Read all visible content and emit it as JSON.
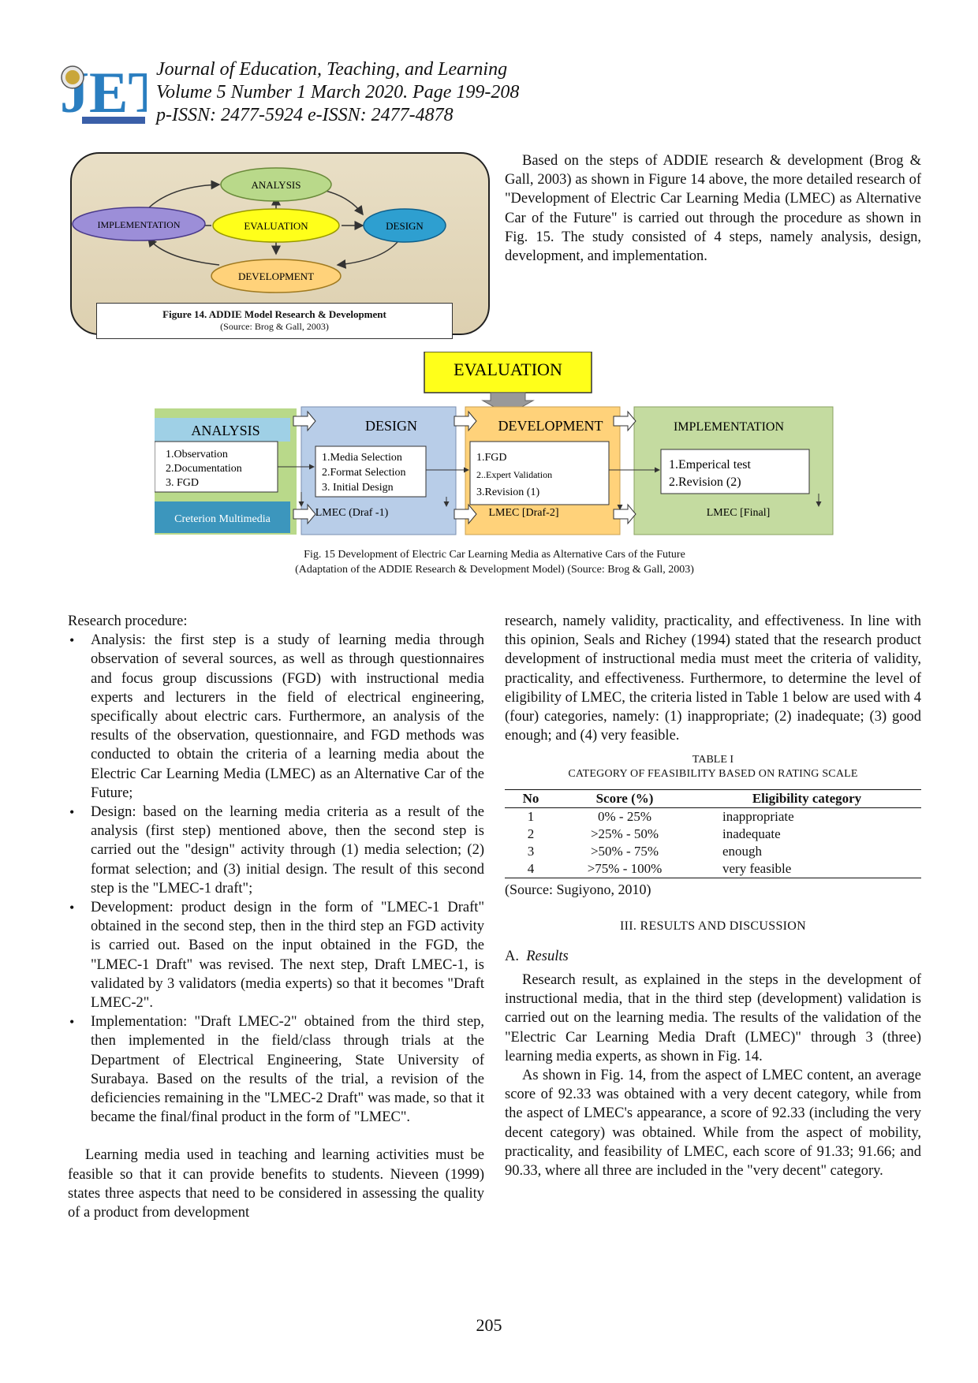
{
  "header": {
    "logo_text": "JETL",
    "journal_title": "Journal of Education, Teaching, and Learning",
    "volume": "Volume 5 Number 1 March 2020. Page 199-208",
    "issn": "p-ISSN: 2477-5924 e-ISSN: 2477-4878"
  },
  "figure14": {
    "analysis": "ANALYSIS",
    "implementation": "IMPLEMENTATION",
    "evaluation": "EVALUATION",
    "design": "DESIGN",
    "development": "DEVELOPMENT",
    "caption_title": "Figure 14. ADDIE Model Research & Development",
    "caption_source": "(Source: Brog & Gall, 2003)"
  },
  "top_paragraph": "Based on the steps of ADDIE research & development (Brog & Gall, 2003) as shown in Figure 14 above, the more detailed research of \"Development of Electric Car Learning Media (LMEC) as Alternative Car of the Future\" is carried out through the procedure as shown in Fig. 15. The study consisted of 4 steps, namely analysis, design, development, and implementation.",
  "figure15": {
    "evaluation": "EVALUATION",
    "analysis": {
      "title": "ANALYSIS",
      "items": [
        "1.Observation",
        "2.Documentation",
        "3. FGD"
      ],
      "output": "Creterion Multimedia"
    },
    "design": {
      "title": "DESIGN",
      "items": [
        "1.Media Selection",
        "2.Format Selection",
        "3. Initial Design"
      ],
      "output": "LMEC (Draf -1)"
    },
    "development": {
      "title": "DEVELOPMENT",
      "items": [
        "1.FGD",
        "2..Expert Validation",
        "3.Revision (1)"
      ],
      "output": "LMEC  [Draf-2]"
    },
    "implementation": {
      "title": "IMPLEMENTATION",
      "items": [
        "1.Emperical test",
        "2.Revision  (2)"
      ],
      "output": "LMEC [Final]"
    },
    "caption_line1": "Fig. 15 Development of Electric Car Learning Media as Alternative Cars of the Future",
    "caption_line2": "(Adaptation of the ADDIE Research & Development Model) (Source: Brog & Gall, 2003)"
  },
  "left_column": {
    "heading": "Research procedure:",
    "bullets": [
      "Analysis: the first step is a study of learning media through observation of several sources, as well as through questionnaires and focus group discussions (FGD) with instructional media experts and lecturers in the field of electrical engineering, specifically about electric cars. Furthermore, an analysis of the results of the observation, questionnaire, and FGD methods was conducted to obtain the criteria of a learning media about the Electric Car Learning Media (LMEC) as an Alternative Car of the Future;",
      "Design: based on the learning media criteria as a result of the analysis (first step) mentioned above, then the second step is carried out the \"design\" activity through (1) media selection; (2) format selection; and (3) initial design. The result of this second step is the \"LMEC-1 draft\";",
      "Development: product design in the form of \"LMEC-1 Draft\" obtained in the second step, then in the third step an FGD activity is carried out. Based on the input obtained in the FGD, the \"LMEC-1 Draft\" was revised. The next step, Draft LMEC-1, is validated by 3 validators (media experts) so that it becomes \"Draft LMEC-2\".",
      "Implementation: \"Draft LMEC-2\" obtained from the third step, then implemented in the field/class through trials at the Department of Electrical Engineering, State University of Surabaya. Based on the results of the trial, a revision of the deficiencies remaining in the \"LMEC-2 Draft\" was made, so that it became the final/final product in the form of \"LMEC\"."
    ],
    "paragraph": "Learning media used in teaching and learning activities must be feasible so that it can provide benefits to students. Nieveen (1999) states three aspects that need to be considered in assessing the quality of a product from development"
  },
  "right_column": {
    "paragraph1": "research, namely validity, practicality, and effectiveness. In line with this opinion, Seals and Richey (1994) stated that the research product development of instructional media must meet the criteria of validity, practicality, and effectiveness. Furthermore, to determine the level of eligibility of LMEC, the criteria listed in Table 1 below are used with 4 (four) categories, namely: (1) inappropriate; (2) inadequate; (3) good enough; and (4) very feasible.",
    "table_title": "TABLE I",
    "table_subtitle": "CATEGORY OF FEASIBILITY BASED ON RATING SCALE",
    "table_headers": [
      "No",
      "Score (%)",
      "Eligibility category"
    ],
    "table_rows": [
      [
        "1",
        "0% - 25%",
        "inappropriate"
      ],
      [
        "2",
        ">25% - 50%",
        "inadequate"
      ],
      [
        "3",
        ">50% - 75%",
        "enough"
      ],
      [
        "4",
        ">75% - 100%",
        "very feasible"
      ]
    ],
    "table_source": "(Source: Sugiyono, 2010)",
    "section_heading": "III. RESULTS AND DISCUSSION",
    "subsection_label": "A.",
    "subsection_title": "Results",
    "paragraph2": "Research result, as explained in the steps in the development of instructional media, that in the third step (development) validation is carried out on the learning media. The results of the validation of the \"Electric Car Learning Media Draft (LMEC)\" through 3 (three) learning media experts, as shown in Fig. 14.",
    "paragraph3": "As shown in Fig. 14, from the aspect of LMEC content, an average score of 92.33 was obtained with a very decent category, while from the aspect of LMEC's appearance, a score of 92.33 (including the very decent category) was obtained. While from the aspect of mobility, practicality, and feasibility of LMEC, each score of 91.33; 91.66; and 90.33, where all three are included in the \"very decent\" category."
  },
  "page_number": "205",
  "colors": {
    "analysis_green": "#b9d98a",
    "evaluation_yellow": "#ffff1a",
    "design_blue": "#2e9fd0",
    "implementation_purple": "#9c8ed8",
    "development_orange": "#ffd27a",
    "fig15_blue": "#b8cde8",
    "fig15_teal": "#3c96bd",
    "fig15_green": "#c4dba0"
  }
}
